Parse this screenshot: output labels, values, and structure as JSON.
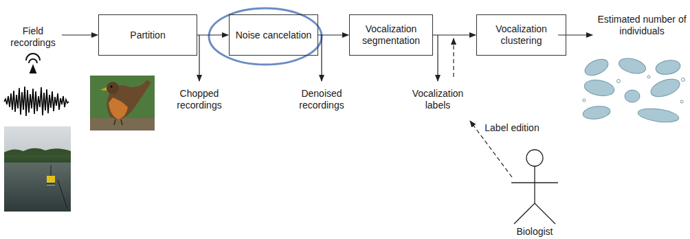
{
  "diagram": {
    "nodes": [
      {
        "text": [
          "Partition"
        ]
      },
      {
        "text": [
          "Noise cancelation"
        ]
      },
      {
        "text": [
          "Vocalization segmentation"
        ]
      },
      {
        "text": [
          "Vocalization clustering"
        ]
      }
    ],
    "edges": [
      {
        "from": 0,
        "to": 1,
        "arrow": "to"
      },
      {
        "from": 1,
        "to": 2,
        "arrow": "to"
      },
      {
        "from": 2,
        "to": 3,
        "arrow": "to"
      }
    ],
    "labels": [
      "Field recordings",
      "Chopped recordings",
      "Denoised recordings",
      "Vocalization labels",
      "Label edition",
      "Biologist",
      "Estimated number of individuals"
    ]
  }
}
